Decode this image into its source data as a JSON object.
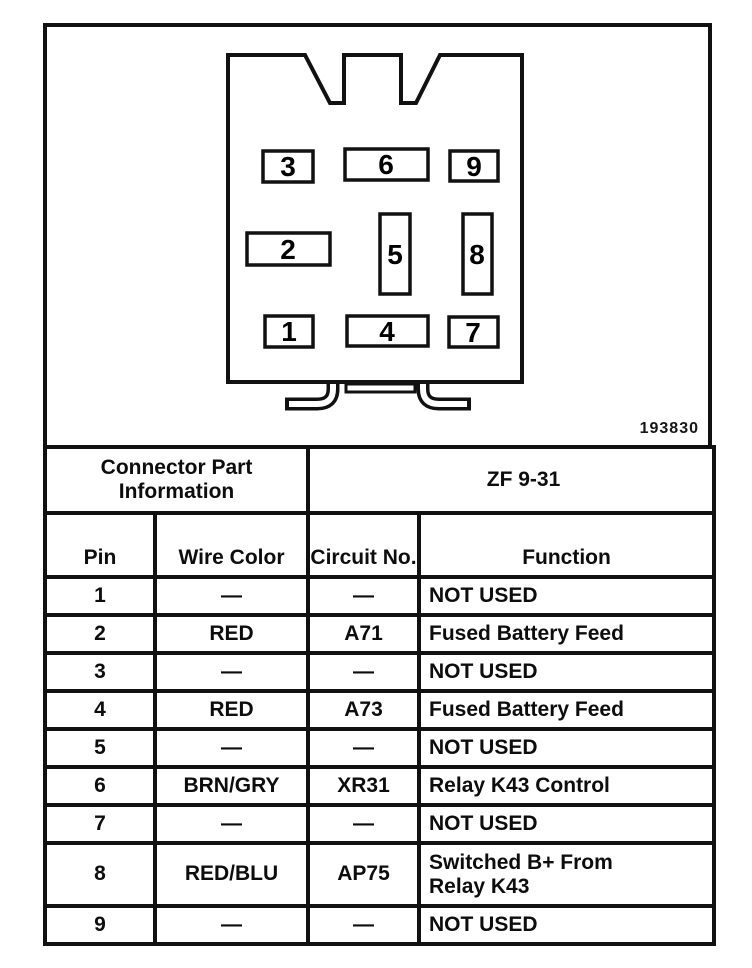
{
  "figure": {
    "id_number": "193830",
    "pins": [
      "1",
      "2",
      "3",
      "4",
      "5",
      "6",
      "7",
      "8",
      "9"
    ]
  },
  "table": {
    "part_info_label": "Connector Part Information",
    "part_number": "ZF 9-31",
    "columns": [
      "Pin",
      "Wire Color",
      "Circuit No.",
      "Function"
    ],
    "rows": [
      {
        "pin": "1",
        "wire_color": "—",
        "circuit_no": "—",
        "function": "NOT USED"
      },
      {
        "pin": "2",
        "wire_color": "RED",
        "circuit_no": "A71",
        "function": "Fused Battery Feed"
      },
      {
        "pin": "3",
        "wire_color": "—",
        "circuit_no": "—",
        "function": "NOT USED"
      },
      {
        "pin": "4",
        "wire_color": "RED",
        "circuit_no": "A73",
        "function": "Fused Battery Feed"
      },
      {
        "pin": "5",
        "wire_color": "—",
        "circuit_no": "—",
        "function": "NOT USED"
      },
      {
        "pin": "6",
        "wire_color": "BRN/GRY",
        "circuit_no": "XR31",
        "function": "Relay K43 Control"
      },
      {
        "pin": "7",
        "wire_color": "—",
        "circuit_no": "—",
        "function": "NOT USED"
      },
      {
        "pin": "8",
        "wire_color": "RED/BLU",
        "circuit_no": "AP75",
        "function": "Switched B+ From Relay K43"
      },
      {
        "pin": "9",
        "wire_color": "—",
        "circuit_no": "—",
        "function": "NOT USED"
      }
    ]
  },
  "colors": {
    "ink": "#111111",
    "paper": "#ffffff"
  }
}
